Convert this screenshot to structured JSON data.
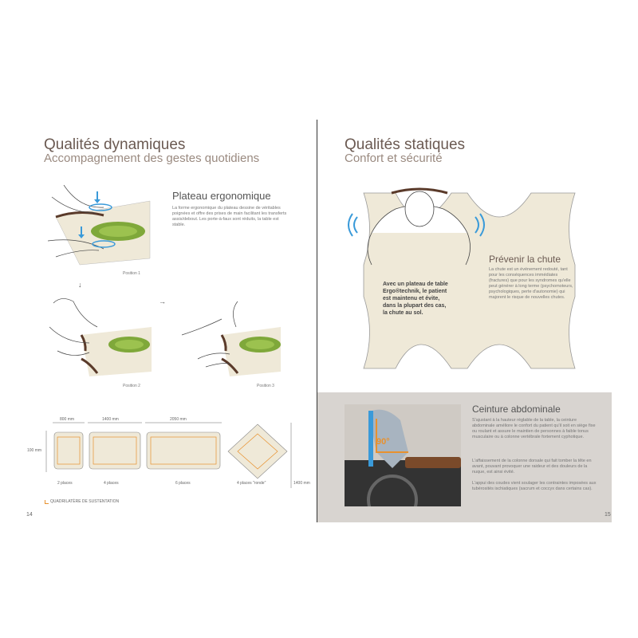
{
  "left": {
    "title": "Qualités dynamiques",
    "subtitle": "Accompagnement des gestes quotidiens",
    "plateau": {
      "heading": "Plateau ergonomique",
      "text": "La forme ergonomique du plateau dessine de véritables poignées et offre des prises de main facilitant les transferts assis/debout. Les porte-à-faux sont réduits, la table est stable."
    },
    "positions": [
      "Position 1",
      "Position 2",
      "Position 3"
    ],
    "dimensions": {
      "w1": "800 mm",
      "w2": "1400 mm",
      "w3": "2050 mm",
      "h_left": "100 mm",
      "h_right": "1400 mm"
    },
    "tables": [
      "2 places",
      "4 places",
      "6 places",
      "4 places \"ronde\""
    ],
    "legend": "QUADRILATÈRE DE SUSTENTATION",
    "page_number": "14"
  },
  "right": {
    "title": "Qualités statiques",
    "subtitle": "Confort et sécurité",
    "chute": {
      "heading": "Prévenir la chute",
      "text": "La chute est un événement redouté, tant pour les conséquences immédiates (fractures) que pour les syndromes qu'elle peut générer à long terme (psychomoteurs, psychologiques, perte d'autonomie) qui majorent le risque de nouvelles chutes.",
      "callout": "Avec un plateau de table Ergo®technik, le patient est maintenu et évite, dans la plupart des cas, la chute au sol."
    },
    "ceinture": {
      "heading": "Ceinture abdominale",
      "angle": "90°",
      "p1": "S'ajustant à la hauteur réglable de la table, la ceinture abdominale améliore le confort du patient qu'il soit en siège fixe ou roulant et assure le maintien de personnes à faible tonus musculaire ou à colonne vertébrale fortement cyphotique.",
      "p2": "L'affaissement de la colonne dorsale qui fait tomber la tête en avant, pouvant provoquer une raideur et des douleurs de la nuque, est ainsi évité.",
      "p3": "L'appui des coudes vient soulager les contraintes imposées aux tubérosités ischiatiques (sacrum et coccyx dans certains cas)."
    },
    "page_number": "15"
  },
  "colors": {
    "table_surface": "#efe9d8",
    "green": "#7fa83a",
    "blue": "#3a9ad9",
    "orange": "#e8912e",
    "grey_box": "#d8d4d0"
  }
}
